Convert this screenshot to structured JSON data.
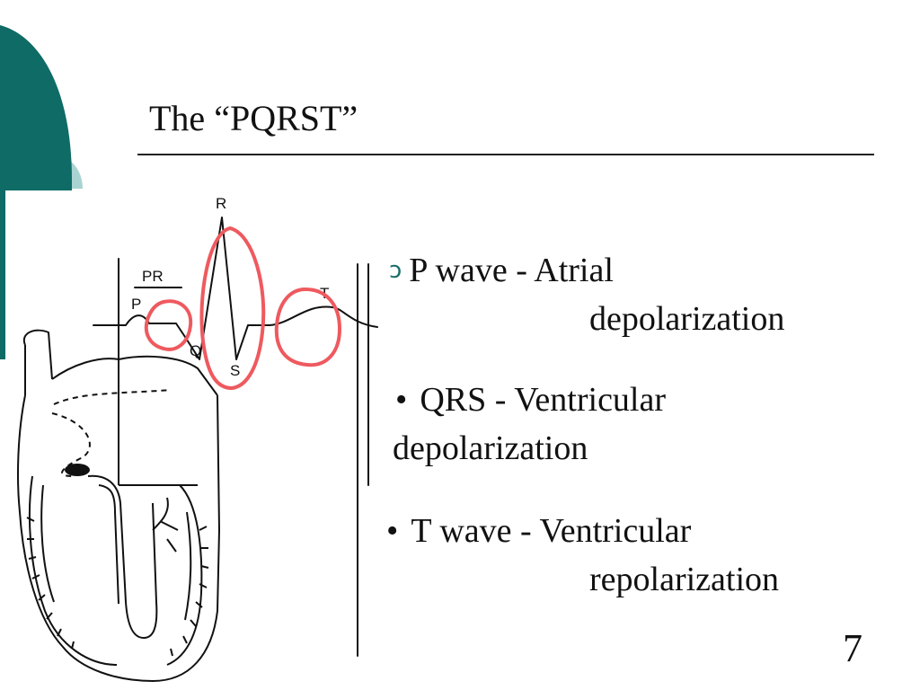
{
  "slide": {
    "title": "The “PQRST”",
    "page_number": "7"
  },
  "figure": {
    "labels": {
      "R": "R",
      "PR": "PR",
      "P": "P",
      "T": "T",
      "Q": "Q",
      "S": "S"
    }
  },
  "bullets": [
    {
      "marker": "ↄ",
      "line1": "P wave - Atrial",
      "line2": "depolarization"
    },
    {
      "marker": "•",
      "line1": "QRS - Ventricular",
      "line2": "depolarization"
    },
    {
      "marker": "•",
      "line1": "T wave - Ventricular",
      "line2": "repolarization"
    }
  ],
  "colors": {
    "teal_dark": "#0f6b66",
    "teal_light": "#a9d3d1",
    "highlight_red": "#ee5a5f"
  }
}
